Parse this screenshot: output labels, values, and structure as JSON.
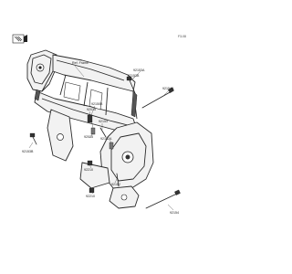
{
  "page_number": "F3-08",
  "frame_label": "Ref. Frame",
  "part_labels": [
    {
      "id": "p92153a",
      "text": "92153A"
    },
    {
      "id": "p92153b",
      "text": "92153B"
    },
    {
      "id": "p92154a",
      "text": "92154A"
    },
    {
      "id": "p92150b",
      "text": "92150B"
    },
    {
      "id": "p92015a",
      "text": "92015"
    },
    {
      "id": "p92153",
      "text": "92153"
    },
    {
      "id": "p92015b",
      "text": "92015"
    },
    {
      "id": "p92152a",
      "text": "92152A"
    },
    {
      "id": "p92153bl",
      "text": "92153B"
    },
    {
      "id": "p92210",
      "text": "92210"
    },
    {
      "id": "p92152",
      "text": "92152"
    },
    {
      "id": "p92210b",
      "text": "92210"
    },
    {
      "id": "p92154",
      "text": "92154"
    }
  ]
}
